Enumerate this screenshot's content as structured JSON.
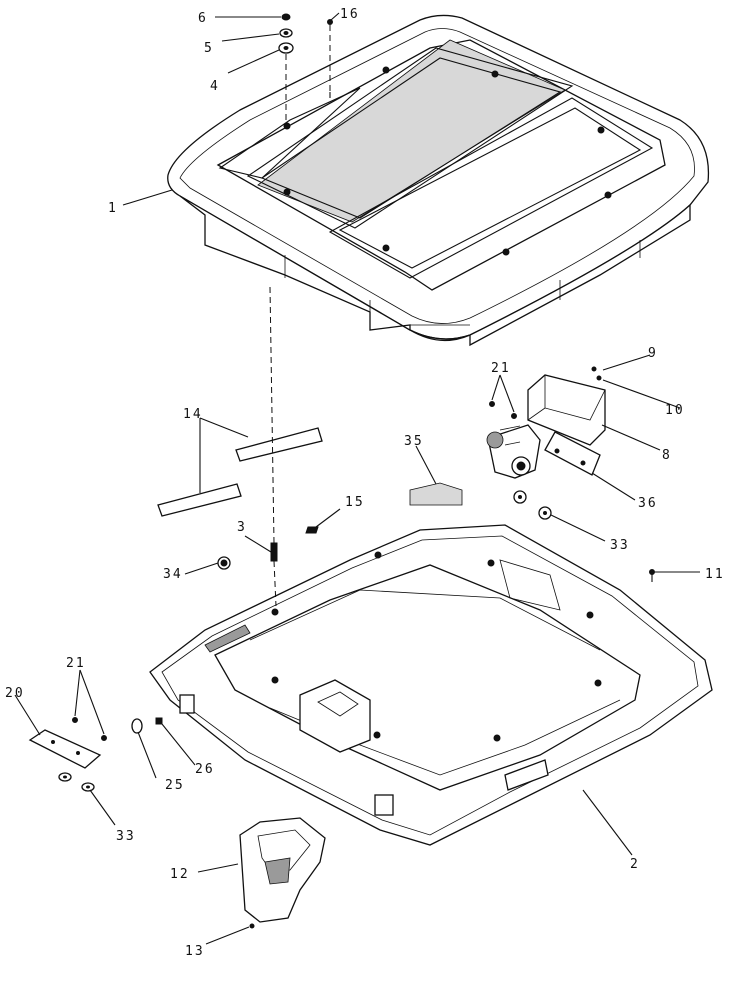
{
  "callouts": {
    "c1": "1",
    "c2": "2",
    "c3": "3",
    "c4": "4",
    "c5": "5",
    "c6": "6",
    "c8": "8",
    "c9": "9",
    "c10": "10",
    "c11": "11",
    "c12": "12",
    "c13": "13",
    "c14": "14",
    "c15": "15",
    "c16": "16",
    "c20": "20",
    "c21a": "21",
    "c21b": "21",
    "c25": "25",
    "c26": "26",
    "c33a": "33",
    "c33b": "33",
    "c34": "34",
    "c35": "35",
    "c36": "36"
  }
}
